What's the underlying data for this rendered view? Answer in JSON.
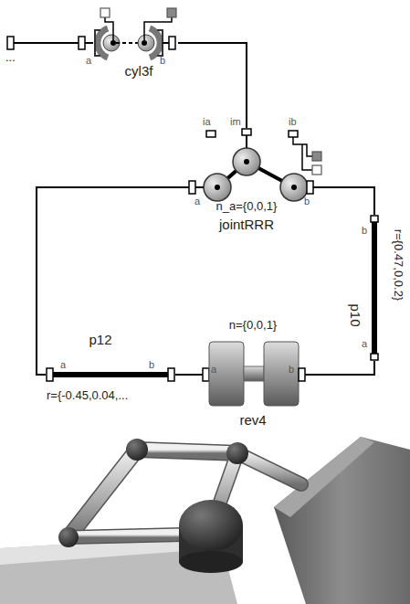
{
  "diagram": {
    "nodes": [
      {
        "text": [
          "cyl3f"
        ]
      },
      {
        "text": [
          "n_a={0,0,1}",
          "jointRRR"
        ]
      },
      {
        "text": [
          "p10",
          "r={0.47,0,0.2}"
        ]
      },
      {
        "text": [
          "n={0,0,1}",
          "rev4"
        ]
      },
      {
        "text": [
          "p12",
          "r={-0.45,0.04,..."
        ]
      }
    ],
    "edges": [
      {
        "from": 0,
        "to": 1,
        "arrow": "none"
      },
      {
        "from": 1,
        "to": 4,
        "arrow": "none"
      },
      {
        "from": 4,
        "to": 3,
        "arrow": "none"
      },
      {
        "from": 3,
        "to": 2,
        "arrow": "none"
      },
      {
        "from": 1,
        "to": 2,
        "arrow": "none"
      }
    ],
    "labels": [
      "...",
      "a",
      "b",
      "ia",
      "im",
      "ib",
      "a",
      "b",
      "b",
      "a",
      "a",
      "b",
      "a",
      "b"
    ]
  }
}
